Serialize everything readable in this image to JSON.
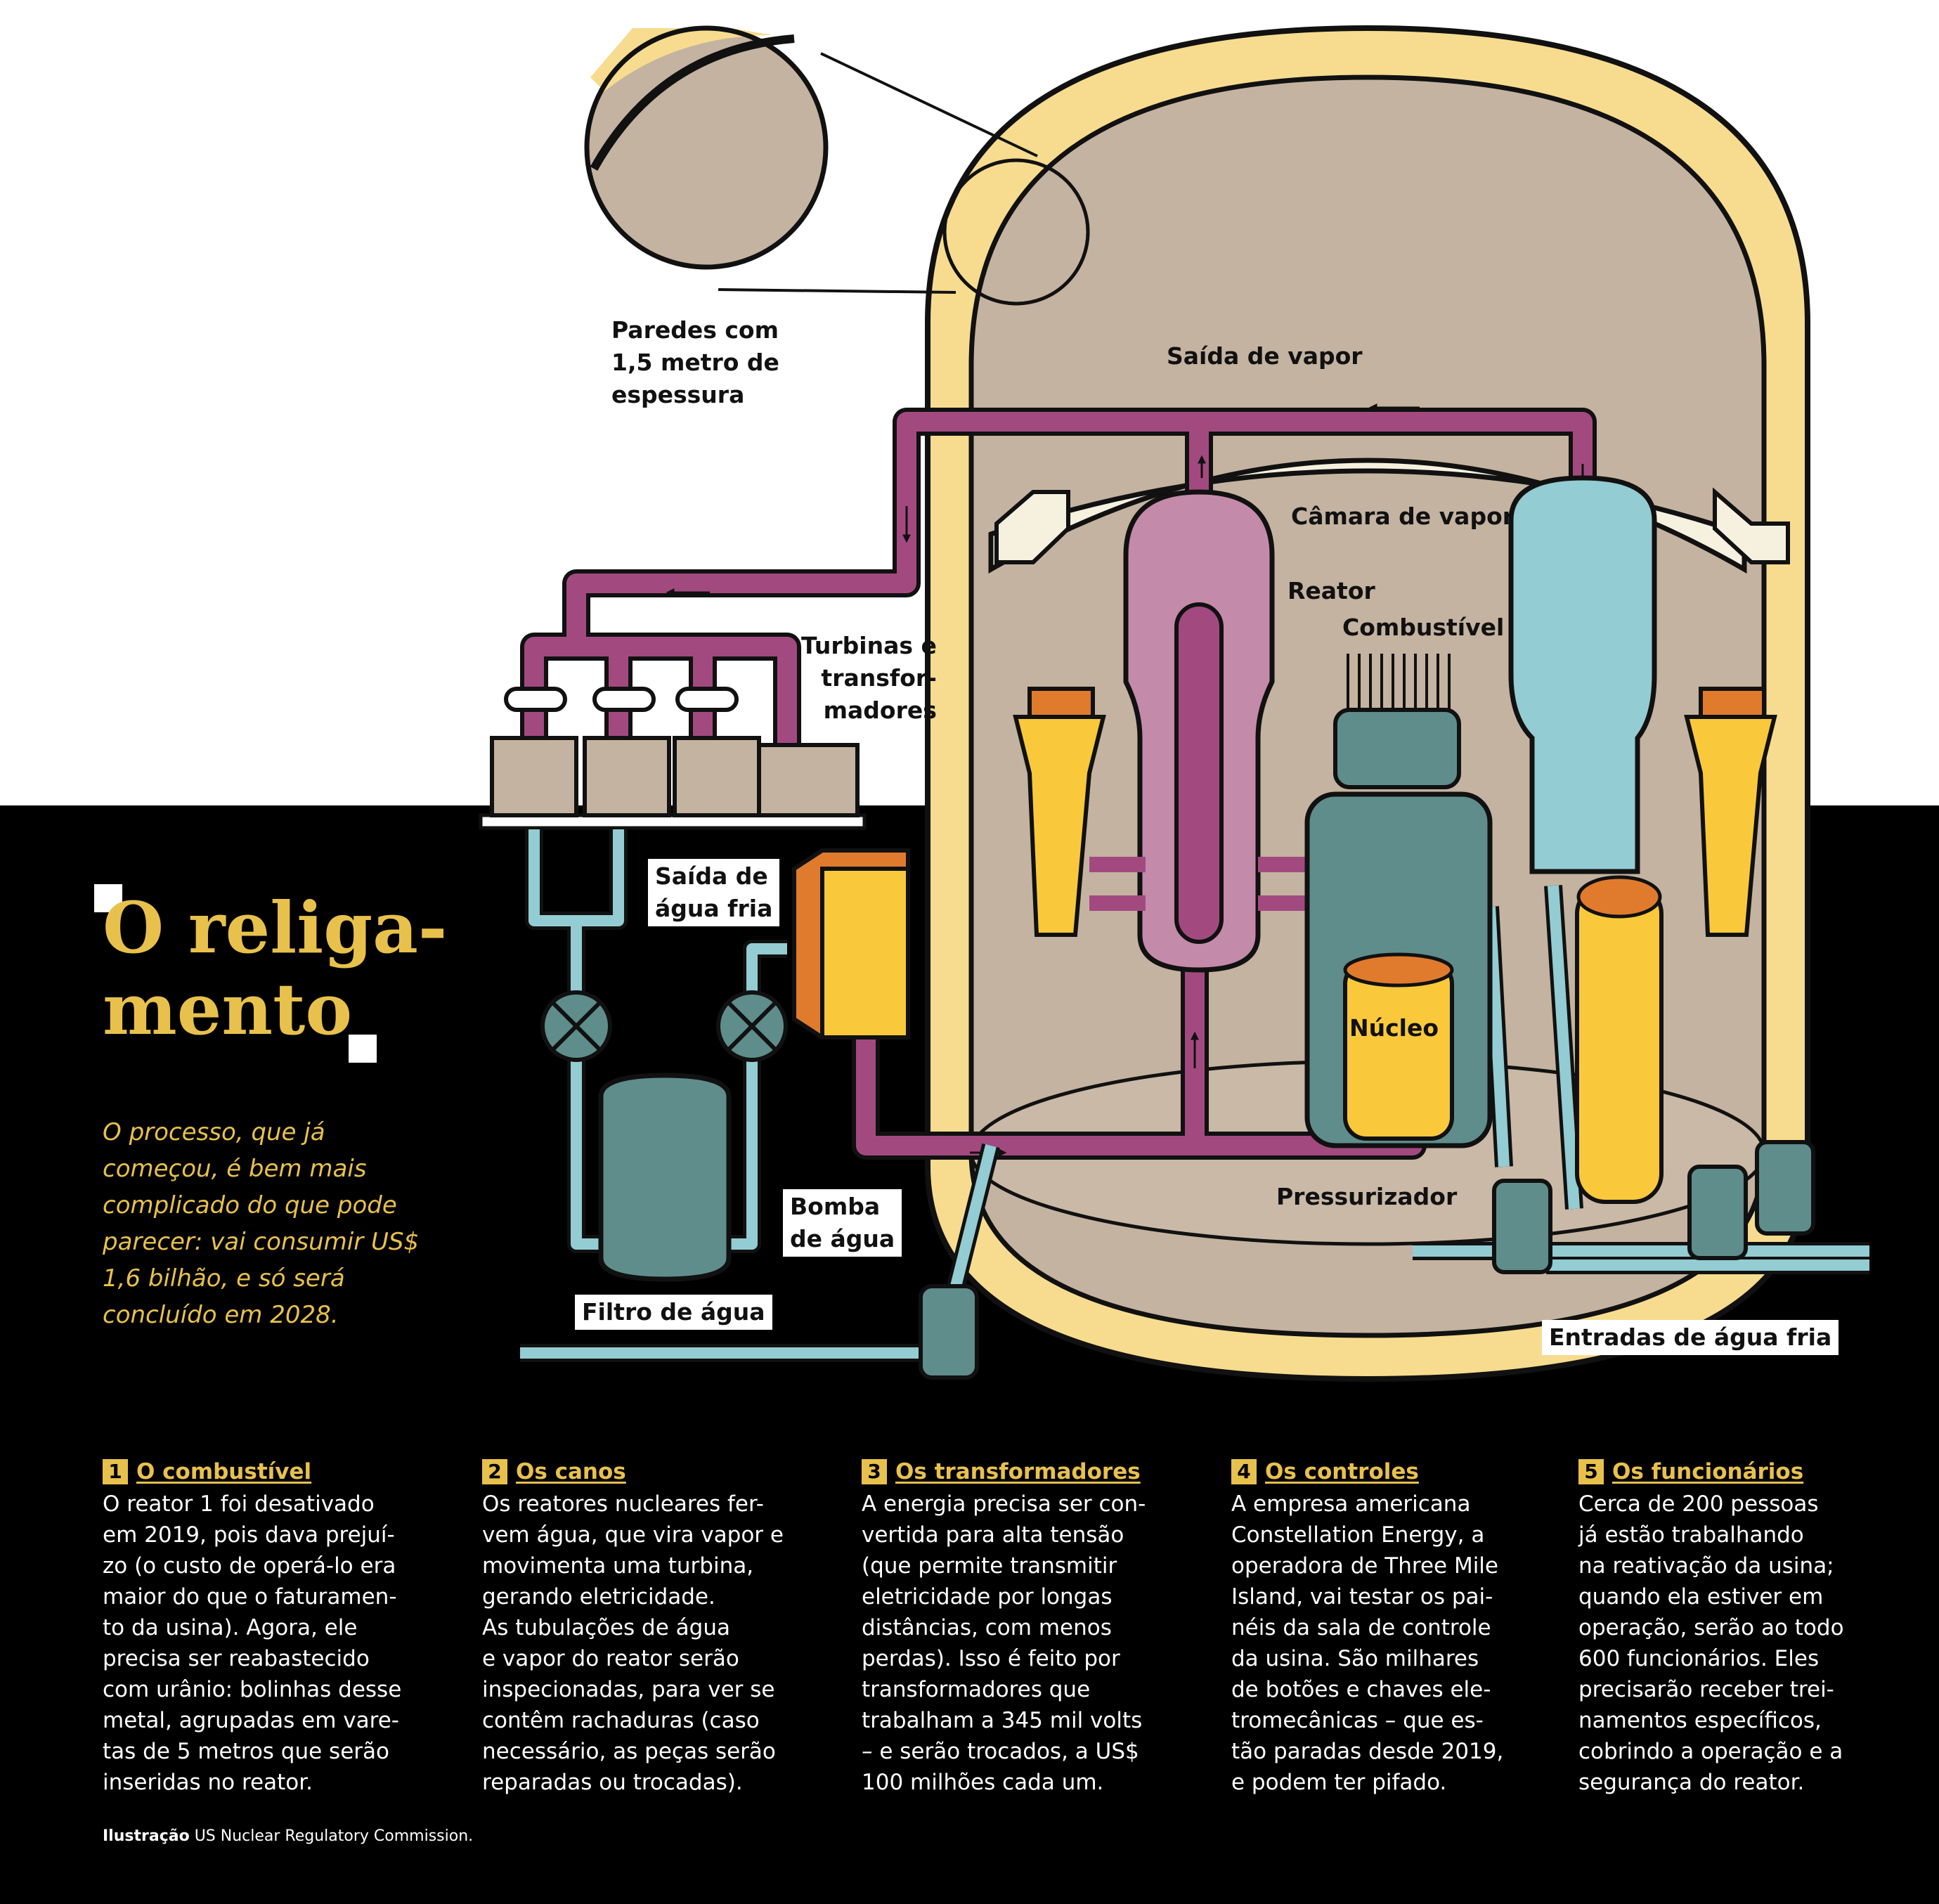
{
  "title": "O religa-\nmento",
  "intro": "O processo, que já começou, é bem mais complicado do que pode parecer: vai consumir US$ 1,6 bilhão, e só será concluído em 2028.",
  "labels": {
    "walls": "Paredes com\n1,5 metro de\nespessura",
    "steam_exit": "Saída de vapor",
    "steam_chamber": "Câmara de vapor",
    "reactor": "Reator",
    "fuel": "Combustível",
    "turbines": "Turbinas e\ntransfor-\nmadores",
    "cold_water_exit": "Saída de\nágua fria",
    "core": "Núcleo",
    "water_pump": "Bomba\nde água",
    "pressurizer": "Pressurizador",
    "water_filter": "Filtro de água",
    "cold_water_inlets": "Entradas de água fria"
  },
  "sections": [
    {
      "num": "1",
      "title": "O combustível",
      "text": "O reator 1 foi desativado\nem 2019, pois dava prejuí-\nzo (o custo de operá-lo era\nmaior do que o faturamen-\nto da usina). Agora, ele\nprecisa ser reabastecido\ncom urânio: bolinhas desse\nmetal, agrupadas em vare-\ntas de 5 metros que serão\ninseridas no reator."
    },
    {
      "num": "2",
      "title": "Os canos",
      "text": "Os reatores nucleares fer-\nvem água, que vira vapor e\nmovimenta uma turbina,\ngerando eletricidade.\nAs tubulações de água\ne vapor do reator serão\ninspecionadas, para ver se\ncontêm rachaduras (caso\nnecessário, as peças serão\nreparadas ou trocadas)."
    },
    {
      "num": "3",
      "title": "Os transformadores",
      "text": "A energia precisa ser con-\nvertida para alta tensão\n(que permite transmitir\neletricidade por longas\ndistâncias, com menos\nperdas). Isso é feito por\ntransformadores que\ntrabalham a 345 mil volts\n– e serão trocados, a US$\n100 milhões cada um."
    },
    {
      "num": "4",
      "title": "Os controles",
      "text": "A empresa americana\nConstellation Energy, a\noperadora de Three Mile\nIsland, vai testar os pai-\nnéis da sala de controle\nda usina. São milhares\nde botões e chaves ele-\ntromecânicas – que es-\ntão paradas desde 2019,\ne podem ter pifado."
    },
    {
      "num": "5",
      "title": "Os funcionários",
      "text": "Cerca de 200 pessoas\njá estão trabalhando\nna reativação da usina;\nquando ela estiver em\noperação, serão ao todo\n600 funcionários. Eles\nprecisarão receber trei-\nnamentos específicos,\ncobrindo a operação e a\nsegurança do reator."
    }
  ],
  "credit": {
    "label": "Ilustração",
    "text": "US Nuclear Regulatory Commission."
  },
  "colors": {
    "accent_yellow": "#e8c14c",
    "wall_cream": "#f7dc8f",
    "interior_tan": "#c4b3a0",
    "pipe_magenta": "#a24a80",
    "vessel_pink": "#c48aa9",
    "generator_cyan": "#93ccd2",
    "reactor_teal": "#5f8d8b",
    "fuel_yellow": "#f9c93b",
    "cap_orange": "#e07b2e"
  }
}
